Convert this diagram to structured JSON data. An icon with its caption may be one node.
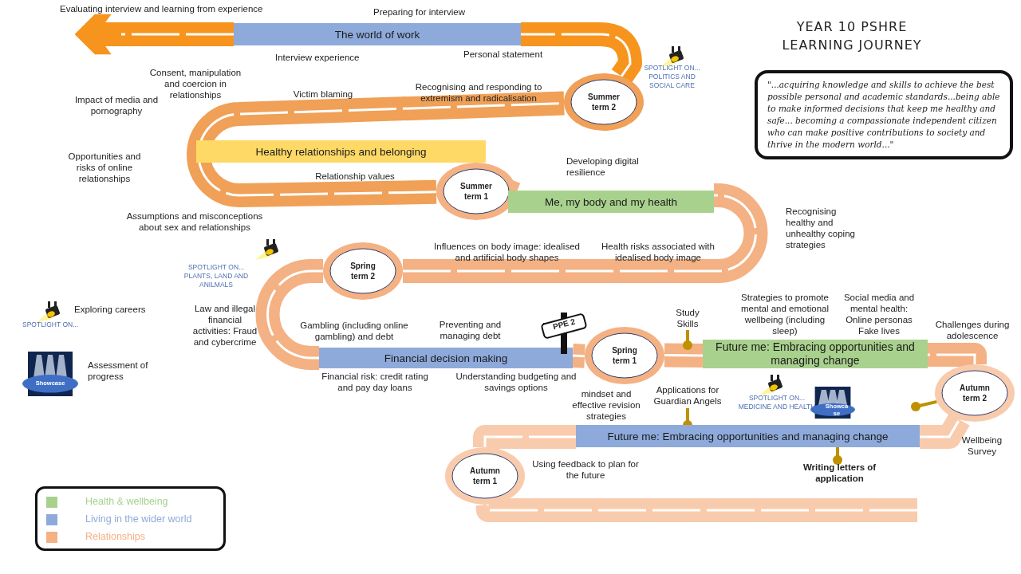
{
  "diagram": {
    "title": "YEAR 10 PSHRE LEARNING JOURNEY",
    "nodes": [
      {
        "text": [
          "The world of work"
        ]
      },
      {
        "text": [
          "Summer term 2"
        ]
      },
      {
        "text": [
          "Healthy relationships and belonging"
        ]
      },
      {
        "text": [
          "Summer term 1"
        ]
      },
      {
        "text": [
          "Me, my body and my health"
        ]
      },
      {
        "text": [
          "Spring term 2"
        ]
      },
      {
        "text": [
          "Financial decision making"
        ]
      },
      {
        "text": [
          "PPE 2"
        ]
      },
      {
        "text": [
          "Spring term 1"
        ]
      },
      {
        "text": [
          "Study Skills"
        ]
      },
      {
        "text": [
          "Future me: Embracing opportunities and managing change"
        ]
      },
      {
        "text": [
          "Autumn term 2"
        ]
      },
      {
        "text": [
          "Applications for Guardian Angels"
        ]
      },
      {
        "text": [
          "Future me: Embracing opportunities and managing change"
        ]
      },
      {
        "text": [
          "Writing letters of application"
        ]
      },
      {
        "text": [
          "Autumn term 1"
        ]
      },
      {
        "text": [
          "\"...acquiring knowledge and skills to achieve the best possible personal and academic standards...being able to make informed decisions that keep me healthy and safe... becoming a compassionate independent citizen who can make positive contributions to society and thrive in the modern world...\""
        ]
      }
    ],
    "edges": [
      {
        "from": null,
        "to": 15,
        "arrow": "none",
        "color": "#f8cbad"
      },
      {
        "from": 15,
        "to": 13,
        "arrow": "none",
        "color": "#f8cbad"
      },
      {
        "from": 13,
        "to": 11,
        "arrow": "none",
        "color": "#f8cbad"
      },
      {
        "from": 11,
        "to": 10,
        "arrow": "none",
        "color": "#f4b183"
      },
      {
        "from": 10,
        "to": 8,
        "arrow": "none",
        "color": "#f4b183"
      },
      {
        "from": 8,
        "to": 6,
        "arrow": "none",
        "color": "#f4b183"
      },
      {
        "from": 6,
        "to": 5,
        "arrow": "none",
        "color": "#f4b183"
      },
      {
        "from": 5,
        "to": 4,
        "arrow": "none",
        "color": "#f4b183"
      },
      {
        "from": 4,
        "to": 3,
        "arrow": "none",
        "color": "#f4b183"
      },
      {
        "from": 3,
        "to": 1,
        "arrow": "none",
        "color": "#f0a057"
      },
      {
        "from": 1,
        "to": 0,
        "arrow": "none",
        "color": "#f7941d"
      },
      {
        "from": 0,
        "to": null,
        "arrow": "to",
        "color": "#f7941d"
      },
      {
        "from": null,
        "to": 9,
        "arrow": "other",
        "color": "#bf9000"
      },
      {
        "from": 13,
        "to": 12,
        "arrow": "other",
        "color": "#bf9000"
      },
      {
        "from": 14,
        "to": 13,
        "arrow": "other",
        "color": "#bf9000"
      },
      {
        "from": null,
        "to": 11,
        "arrow": "other",
        "color": "#bf9000"
      }
    ],
    "labels": [
      "Evaluating interview and learning from experience",
      "Preparing for interview",
      "Interview experience",
      "Personal statement",
      "SPOTLIGHT ON... POLITICS AND SOCIAL CARE",
      "Consent, manipulation and coercion in relationships",
      "Impact of media and pornography",
      "Victim blaming",
      "Recognising and responding to extremism and radicalisation",
      "Opportunities and risks of online relationships",
      "Relationship values",
      "Developing digital resilience",
      "Assumptions and misconceptions about sex and relationships",
      "Recognising healthy and unhealthy coping strategies",
      "SPOTLIGHT ON... PLANTS, LAND AND ANILMALS",
      "Influences on body image: idealised and artificial body shapes",
      "Health risks associated with idealised body image",
      "Exploring careers",
      "SPOTLIGHT ON...",
      "Law and illegal financial activities: Fraud and cybercrime",
      "Gambling (including online gambling) and debt",
      "Preventing and managing debt",
      "Strategies to promote mental and emotional wellbeing (including sleep)",
      "Social media and mental health: Online personas Fake lives",
      "Challenges during adolescence",
      "Assessment of progress",
      "Showcase",
      "Financial risk: credit rating and pay day loans",
      "Understanding budgeting and savings options",
      "mindset and effective revision strategies",
      "SPOTLIGHT ON... MEDICINE AND HEALTH",
      "Showca se",
      "Wellbeing Survey",
      "Using feedback to plan for the future"
    ],
    "legend": [
      {
        "text": "Health & wellbeing",
        "color": "#a9d18e"
      },
      {
        "text": "Living in the wider world",
        "color": "#8eaadb"
      },
      {
        "text": "Relationships",
        "color": "#f4b183"
      }
    ]
  }
}
